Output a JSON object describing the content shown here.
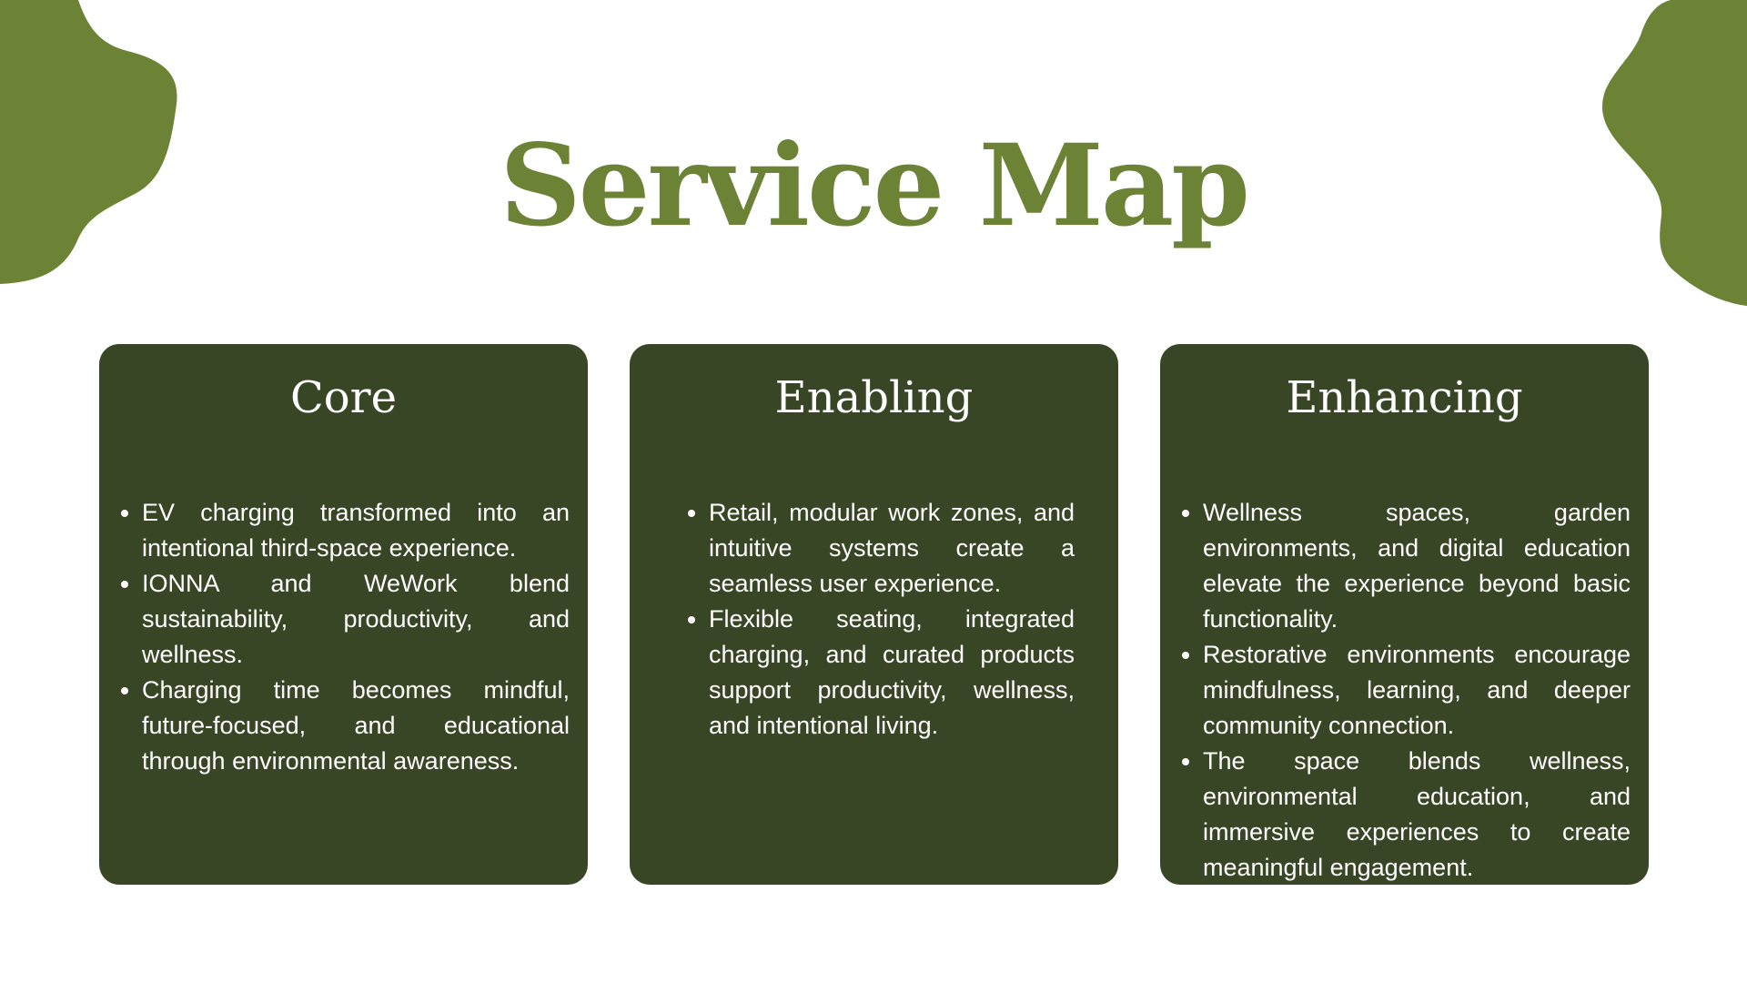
{
  "colors": {
    "background": "#ffffff",
    "accent": "#6c8235",
    "card": "#394625",
    "card_text": "#ffffff"
  },
  "title": "Service Map",
  "cards": [
    {
      "heading": "Core",
      "bullets": [
        "EV charging transformed into an intentional third-space experience.",
        "IONNA and WeWork blend sustainability, productivity, and wellness.",
        "Charging time becomes mindful, future-focused, and educational through environmental awareness."
      ]
    },
    {
      "heading": "Enabling",
      "bullets": [
        "Retail, modular work zones, and intuitive systems create a seamless user experience.",
        "Flexible seating, integrated charging, and curated products support productivity, wellness, and intentional living."
      ]
    },
    {
      "heading": "Enhancing",
      "bullets": [
        "Wellness spaces, garden environments, and digital education elevate the experience beyond basic functionality.",
        "Restorative environments encourage mindfulness, learning, and deeper community connection.",
        "The space blends wellness, environmental education, and immersive experiences to create meaningful engagement."
      ]
    }
  ]
}
